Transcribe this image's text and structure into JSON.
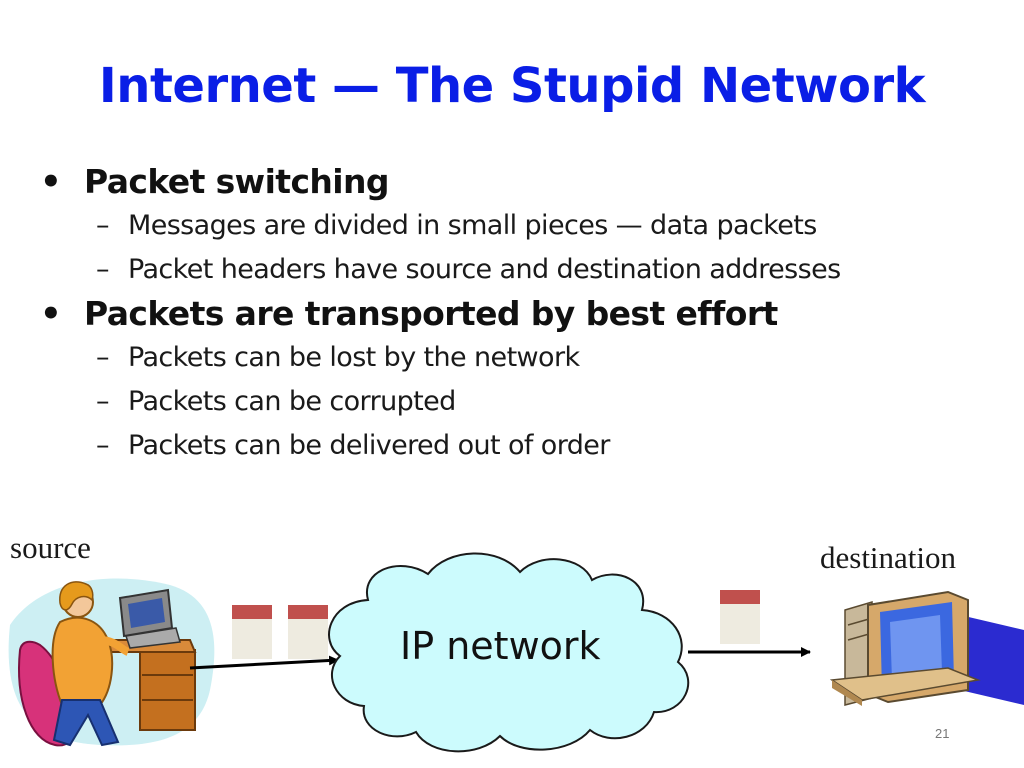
{
  "slide": {
    "title": "Internet — The Stupid Network",
    "page_number": "21"
  },
  "bullets": [
    {
      "text": "Packet switching",
      "subs": [
        "Messages are divided in small pieces — data packets",
        "Packet headers have source and destination addresses"
      ]
    },
    {
      "text": "Packets are transported by best effort",
      "subs": [
        "Packets can be lost by the network",
        "Packets can be corrupted",
        "Packets can be delivered out of order"
      ]
    }
  ],
  "diagram": {
    "source_label": "source",
    "destination_label": "destination",
    "network_label": "IP network",
    "colors": {
      "cloud_fill": "#ccfbfd",
      "packet_header": "#c0504d",
      "packet_body": "#eeebe0"
    }
  }
}
